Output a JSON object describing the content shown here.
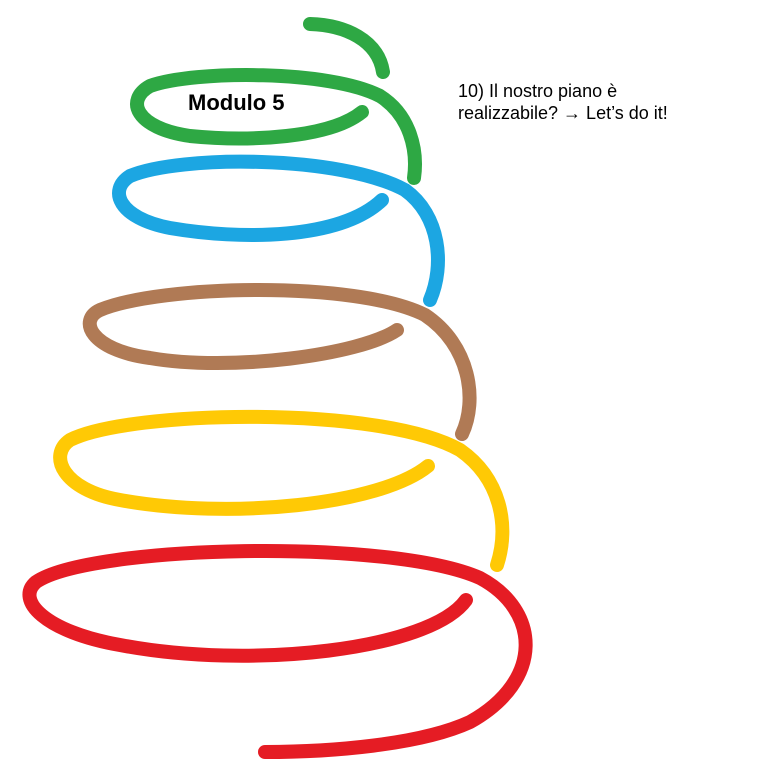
{
  "diagram": {
    "module_label": "Modulo 5",
    "caption": {
      "line1": "10) Il nostro piano è",
      "line2": "realizzabile? → Let’s do it!"
    },
    "spiral_colors": {
      "green": "#2ea844",
      "blue": "#1ca6e2",
      "brown": "#b07a55",
      "yellow": "#ffc905",
      "red": "#e51c24"
    }
  }
}
